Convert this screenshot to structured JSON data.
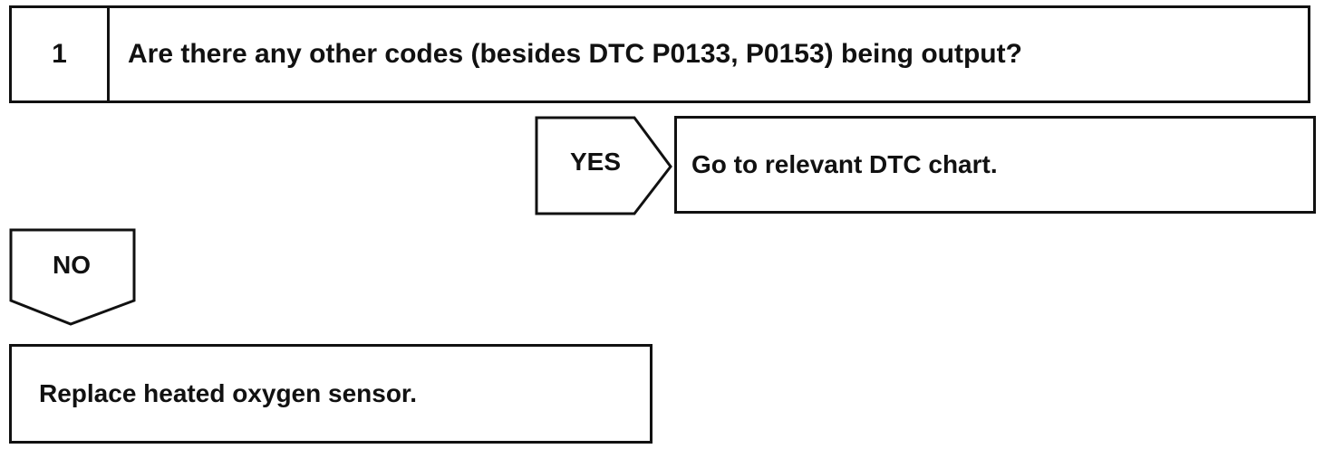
{
  "step": {
    "number": "1",
    "question": "Are there any other codes (besides DTC P0133, P0153) being output?"
  },
  "yes_branch": {
    "label": "YES",
    "result": "Go to relevant DTC chart."
  },
  "no_branch": {
    "label": "NO",
    "result": "Replace heated oxygen sensor."
  }
}
